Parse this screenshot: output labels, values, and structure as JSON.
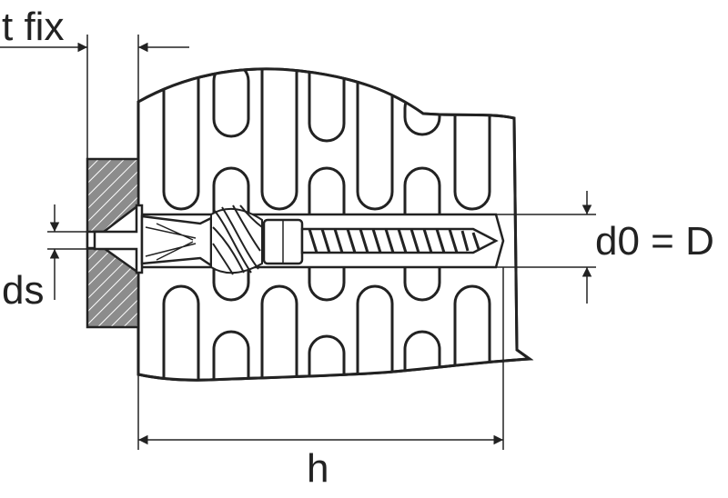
{
  "labels": {
    "t_fix": "t fix",
    "ds": "ds",
    "d0": "d0 = D",
    "h": "h"
  },
  "colors": {
    "stroke": "#222222",
    "fixture_fill": "#8c8c8c",
    "background": "#ffffff"
  }
}
